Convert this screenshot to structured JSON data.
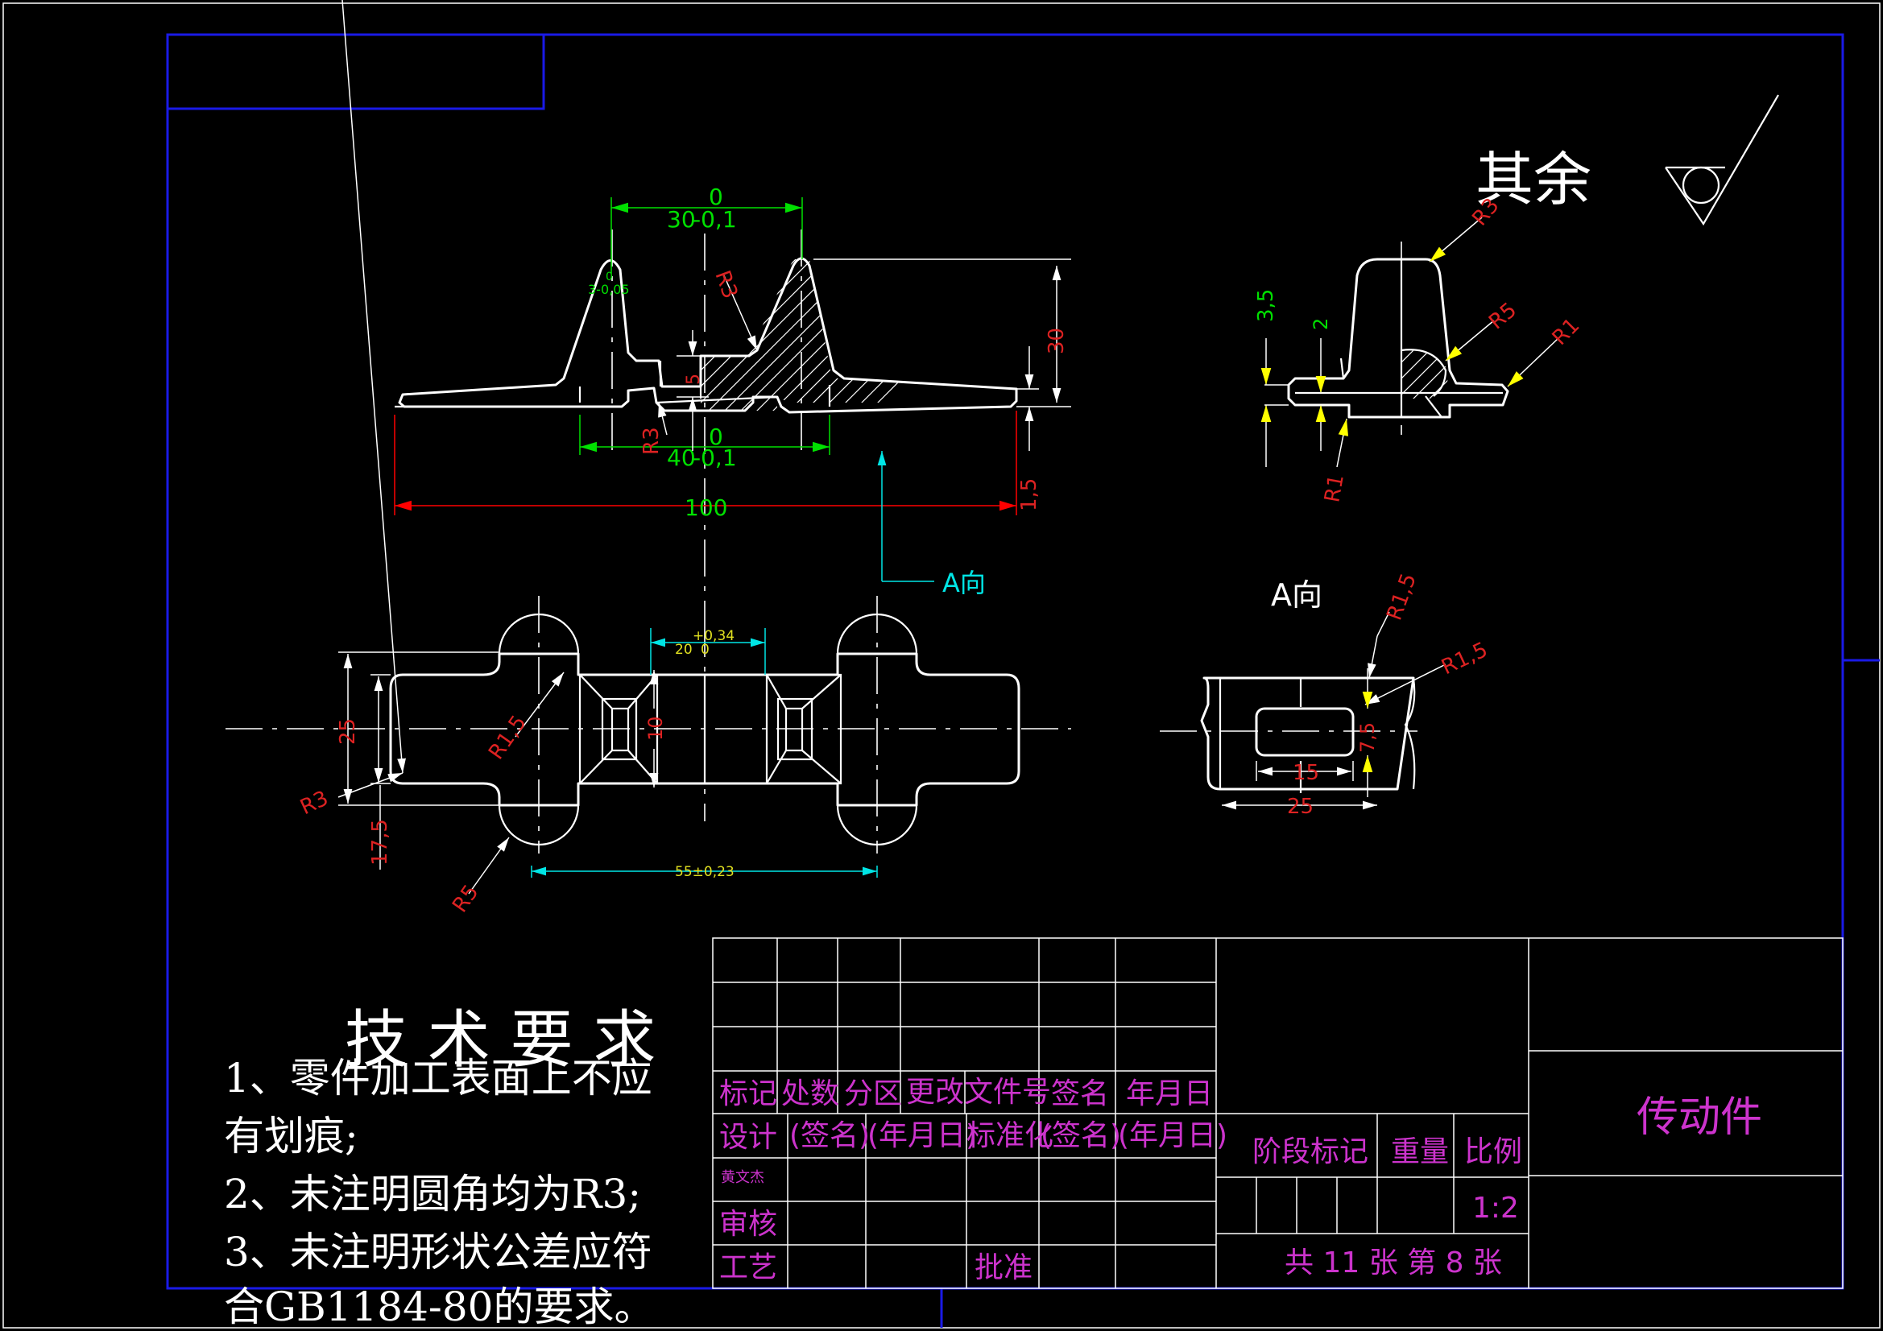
{
  "dimensions": {
    "d30_top": "30",
    "d30_tol_up": "0",
    "d30_tol_dn": "-0,1",
    "d3_tol": "3-0,05",
    "d3_tol_up": "0",
    "r3_upper": "R3",
    "d30_height": "30",
    "d5_small": "5",
    "r3_lower": "R3",
    "d40_bottom": "40",
    "d40_tol_up": "0",
    "d40_tol_dn": "-0,1",
    "d100": "100",
    "d1_5": "1,5",
    "side_r3": "R3",
    "side_3_5": "3,5",
    "side_2": "2",
    "side_r5": "R5",
    "side_r1a": "R1",
    "side_r1b": "R1",
    "d20": "20",
    "d20_tol_up": "+0,34",
    "d20_tol_dn": "0",
    "d25_left": "25",
    "d10": "10",
    "r1_5_left": "R1,5",
    "r3_left": "R3",
    "d17_5": "17,5",
    "r5_left": "R5",
    "d55": "55±0,23",
    "a_r1_5_top": "R1,5",
    "a_r1_5_side": "R1,5",
    "a_d7_5": "7,5",
    "a_d15": "15",
    "a_d25": "25"
  },
  "labels": {
    "view_arrow": "A向",
    "view_title": "A向",
    "roughness_prefix": "其余"
  },
  "tech_requirements": {
    "title": "技 术 要 求",
    "lines": [
      "1、零件加工表面上不应",
      "有划痕;",
      "2、未注明圆角均为R3;",
      "3、未注明形状公差应符",
      "合GB1184-80的要求。"
    ]
  },
  "title_block": {
    "mark": "标记",
    "count": "处数",
    "zone": "分区",
    "change_doc": "更改文件号",
    "sign": "签名",
    "date": "年月日",
    "design": "设计",
    "design_sign": "(签名)",
    "design_date": "(年月日)",
    "standardize": "标准化",
    "std_sign": "(签名)",
    "std_date": "(年月日)",
    "designer_name": "黄文杰",
    "review": "审核",
    "process": "工艺",
    "approve": "批准",
    "stage_mark": "阶段标记",
    "weight": "重量",
    "scale": "比例",
    "scale_value": "1:2",
    "sheets": "共 11 张 第 8 张",
    "part_name": "传动件"
  }
}
